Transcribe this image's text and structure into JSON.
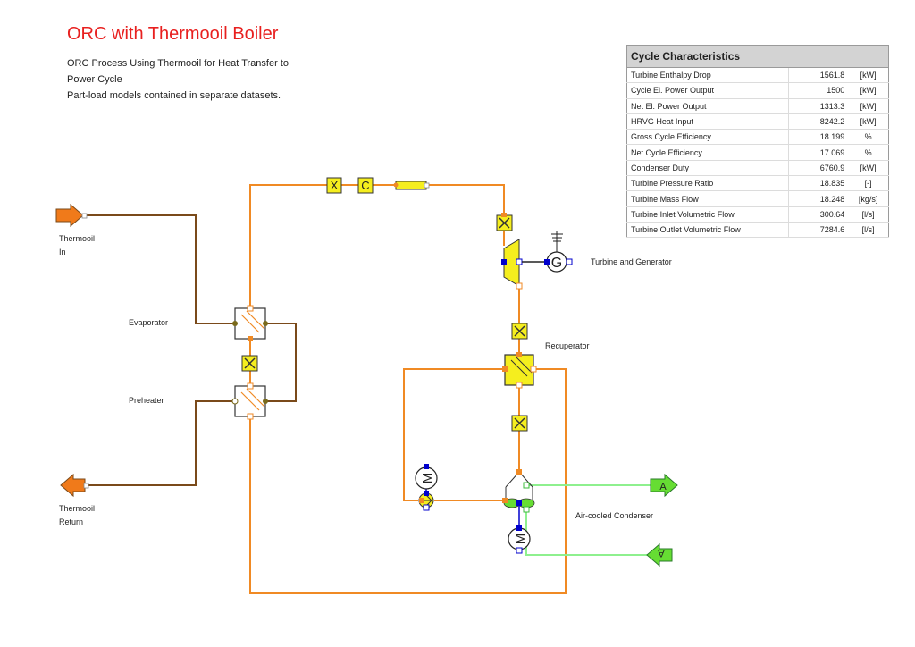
{
  "title": "ORC with Thermooil Boiler",
  "description": [
    "ORC Process Using Thermooil for Heat Transfer to",
    "Power Cycle",
    "Part-load models contained in separate datasets."
  ],
  "table": {
    "header": "Cycle Characteristics",
    "rows": [
      {
        "name": "Turbine Enthalpy Drop",
        "value": "1561.8",
        "unit": "[kW]"
      },
      {
        "name": "Cycle El. Power Output",
        "value": "1500",
        "unit": "[kW]"
      },
      {
        "name": "Net El. Power Output",
        "value": "1313.3",
        "unit": "[kW]"
      },
      {
        "name": "HRVG Heat Input",
        "value": "8242.2",
        "unit": "[kW]"
      },
      {
        "name": "Gross Cycle Efficiency",
        "value": "18.199",
        "unit": "%"
      },
      {
        "name": "Net Cycle Efficiency",
        "value": "17.069",
        "unit": "%"
      },
      {
        "name": "Condenser Duty",
        "value": "6760.9",
        "unit": "[kW]"
      },
      {
        "name": "Turbine Pressure Ratio",
        "value": "18.835",
        "unit": "[-]"
      },
      {
        "name": "Turbine Mass Flow",
        "value": "18.248",
        "unit": "[kg/s]"
      },
      {
        "name": "Turbine Inlet Volumetric Flow",
        "value": "300.64",
        "unit": "[l/s]"
      },
      {
        "name": "Turbine Outlet Volumetric Flow",
        "value": "7284.6",
        "unit": "[l/s]"
      }
    ]
  },
  "labels": {
    "thermooil_in": [
      "Thermooil",
      "In"
    ],
    "thermooil_return": [
      "Thermooil",
      "Return"
    ],
    "evaporator": "Evaporator",
    "preheater": "Preheater",
    "turbine_generator": "Turbine and Generator",
    "recuperator": "Recuperator",
    "condenser": "Air-cooled Condenser"
  },
  "component_glyphs": {
    "mixer": "X",
    "controller": "C",
    "generator": "G",
    "motor": "M",
    "air": "A"
  },
  "colors": {
    "title": "#e8201f",
    "orc_line": "#f08a24",
    "thermooil_line": "#7a4a1a",
    "air_line": "#8ef08e",
    "component_fill": "#f5ee1e",
    "air_fill": "#66dd33",
    "connector_blue": "#0000cc"
  }
}
